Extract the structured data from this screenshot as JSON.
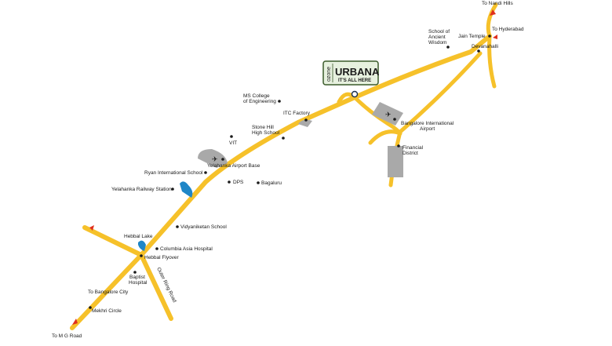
{
  "colors": {
    "road": "#f6c12a",
    "airport_area": "#a9a9a9",
    "lake": "#1f86c7",
    "marker": "#1a1a1a",
    "arrow": "#e0301e",
    "logo_bg": "#e7f1df",
    "logo_border": "#3a5a2a"
  },
  "logo": {
    "vertical": "ozone",
    "brand": "URBANA",
    "tagline": "IT'S ALL HERE"
  },
  "places": {
    "nandi_hills": "To Nandi Hills",
    "hyderabad": "To Hyderabad",
    "devanahalli": "Devanahalli",
    "jain_temple": "Jain Temple",
    "school_ancient_1": "School of",
    "school_ancient_2": "Ancient",
    "school_ancient_3": "Wisdom",
    "ms_college_1": "MS College",
    "ms_college_2": "of Engineering",
    "itc": "ITC Factory",
    "stone_hill_1": "Stone Hill",
    "stone_hill_2": "High School",
    "vit": "VIT",
    "bia_1": "Bangalore International",
    "bia_2": "Airport",
    "financial_1": "Financial",
    "financial_2": "District",
    "yelahanka_base": "Yelahanka Airport Base",
    "ryan": "Ryan International School",
    "dps": "DPS",
    "bagaluru": "Bagaluru",
    "yelahanka_station": "Yelahanka Railway Station",
    "vidyaniketan": "Vidyaniketan School",
    "hebbal_lake": "Hebbal Lake",
    "columbia": "Columbia Asia Hospital",
    "hebbal_flyover": "Hebbal Flyover",
    "outer_ring": "Outer Ring Road",
    "baptist_1": "Baptist",
    "baptist_2": "Hospital",
    "bangalore_city": "To Bangalore City",
    "mekhri": "Mekhri Circle",
    "mg_road": "To M G Road"
  }
}
